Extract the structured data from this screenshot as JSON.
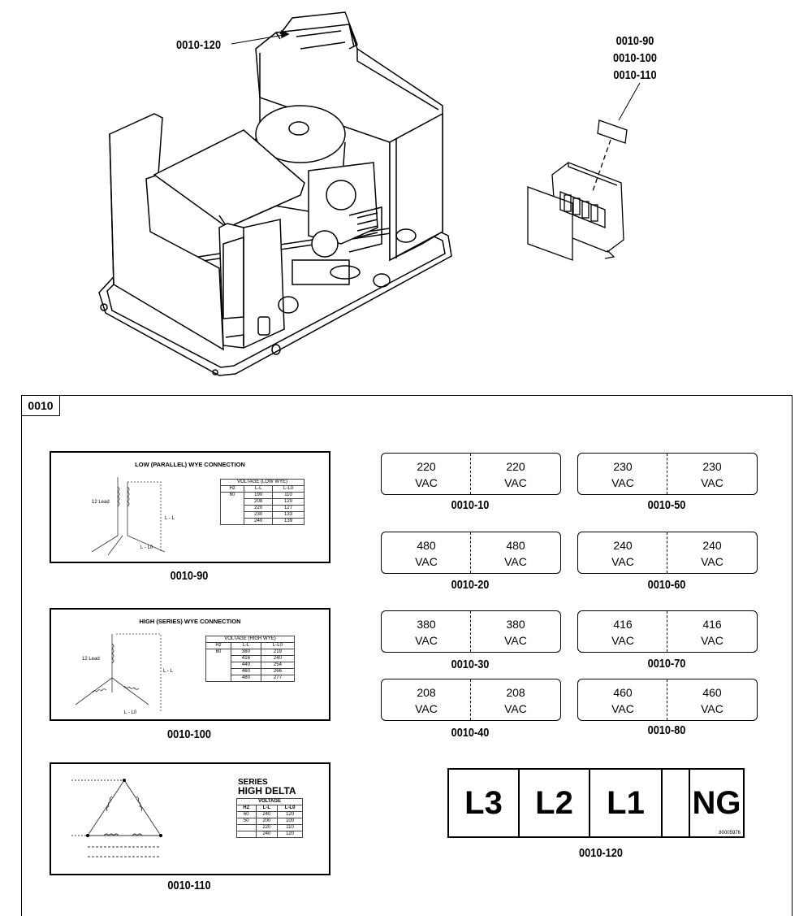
{
  "callouts": {
    "top_left": "0010-120",
    "top_right": [
      "0010-90",
      "0010-100",
      "0010-110"
    ]
  },
  "frame_tag": "0010",
  "decals": {
    "low_wye": {
      "caption": "0010-90",
      "title": "LOW (PARALLEL) WYE CONNECTION",
      "table_title": "VOLTAGE (LOW WYE)",
      "headers": [
        "Hz",
        "L-L",
        "L-L0"
      ],
      "hz": "60",
      "rows": [
        [
          "190",
          "110"
        ],
        [
          "208",
          "120"
        ],
        [
          "220",
          "127"
        ],
        [
          "230",
          "133"
        ],
        [
          "240",
          "139"
        ]
      ],
      "lead_label": "12 Lead",
      "ll_label": "L - L",
      "ll0_label": "L - L0"
    },
    "high_wye": {
      "caption": "0010-100",
      "title": "HIGH (SERIES) WYE CONNECTION",
      "table_title": "VOLTAGE (HIGH WYE)",
      "headers": [
        "Hz",
        "L-L",
        "L-L0"
      ],
      "hz": "60",
      "rows": [
        [
          "380",
          "219"
        ],
        [
          "416",
          "240"
        ],
        [
          "440",
          "254"
        ],
        [
          "460",
          "266"
        ],
        [
          "480",
          "277"
        ]
      ],
      "lead_label": "12 Lead",
      "ll_label": "L - L",
      "ll0_label": "L - L0"
    },
    "high_delta": {
      "caption": "0010-110",
      "title_line1": "SERIES",
      "title_line2": "HIGH DELTA",
      "table_title": "VOLTAGE",
      "headers": [
        "HZ",
        "L-L",
        "L-L0"
      ],
      "rows": [
        [
          "60",
          "240",
          "120"
        ],
        [
          "50",
          "200",
          "100"
        ],
        [
          "",
          "220",
          "110"
        ],
        [
          "",
          "240",
          "120"
        ]
      ]
    }
  },
  "voltage_labels": [
    {
      "left": "220",
      "right": "220",
      "unit": "VAC",
      "caption": "0010-10"
    },
    {
      "left": "230",
      "right": "230",
      "unit": "VAC",
      "caption": "0010-50"
    },
    {
      "left": "480",
      "right": "480",
      "unit": "VAC",
      "caption": "0010-20"
    },
    {
      "left": "240",
      "right": "240",
      "unit": "VAC",
      "caption": "0010-60"
    },
    {
      "left": "380",
      "right": "380",
      "unit": "VAC",
      "caption": "0010-30"
    },
    {
      "left": "416",
      "right": "416",
      "unit": "VAC",
      "caption": "0010-70"
    },
    {
      "left": "208",
      "right": "208",
      "unit": "VAC",
      "caption": "0010-40"
    },
    {
      "left": "460",
      "right": "460",
      "unit": "VAC",
      "caption": "0010-80"
    }
  ],
  "terminal_strip": {
    "cells": [
      "L3",
      "L2",
      "L1",
      "",
      "NG"
    ],
    "part_number": "80005976",
    "caption": "0010-120"
  }
}
